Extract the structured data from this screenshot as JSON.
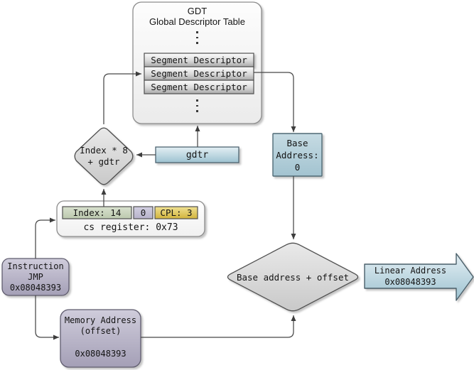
{
  "diagram": {
    "gdt": {
      "title": "GDT",
      "subtitle": "Global Descriptor Table",
      "segment_rows": [
        "Segment Descriptor",
        "Segment Descriptor",
        "Segment Descriptor"
      ]
    },
    "index_diamond": {
      "line1": "Index * 8",
      "line2": "+ gdtr"
    },
    "gdtr_box": {
      "label": "gdtr"
    },
    "base_address_box": {
      "line1": "Base",
      "line2": "Address:",
      "line3": "0"
    },
    "cs_register": {
      "index_cell": "Index: 14",
      "ti_cell": "0",
      "cpl_cell": "CPL: 3",
      "caption": "cs register: 0x73"
    },
    "instruction_box": {
      "line1": "Instruction",
      "line2": "JMP",
      "line3": "0x08048393"
    },
    "memory_box": {
      "line1": "Memory Address",
      "line2": "(offset)",
      "value": "0x08048393"
    },
    "sum_diamond": {
      "label": "Base address + offset"
    },
    "linear_arrow": {
      "line1": "Linear Address",
      "line2": "0x08048393"
    }
  },
  "colors": {
    "blue_top": "#dceaf0",
    "blue_bottom": "#9dc2d0",
    "steel_box": "#a9c8d4",
    "purple_top": "#cbc9d6",
    "purple_bottom": "#a8a5b8",
    "green_cell": "#c9d4bd",
    "lavender_cell": "#c6c2d6",
    "gold_cell": "#e3c95c",
    "diamond_gray": "#d6d6d6",
    "line": "#474747"
  }
}
